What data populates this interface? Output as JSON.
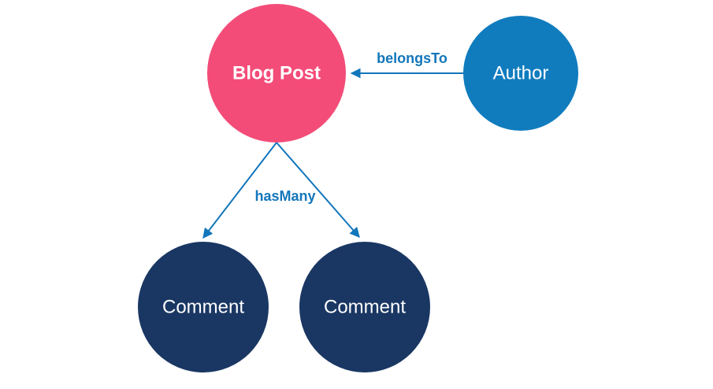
{
  "canvas": {
    "background": "#ffffff"
  },
  "colors": {
    "blog_post_fill": "#f34c78",
    "author_fill": "#107cbe",
    "comment_fill": "#1a3763",
    "edge": "#1276bb",
    "node_text": "#ffffff"
  },
  "nodes": {
    "blog_post": {
      "label": "Blog Post"
    },
    "author": {
      "label": "Author"
    },
    "comment_left": {
      "label": "Comment"
    },
    "comment_right": {
      "label": "Comment"
    }
  },
  "edges": {
    "belongs_to": {
      "label": "belongsTo"
    },
    "has_many": {
      "label": "hasMany"
    }
  }
}
